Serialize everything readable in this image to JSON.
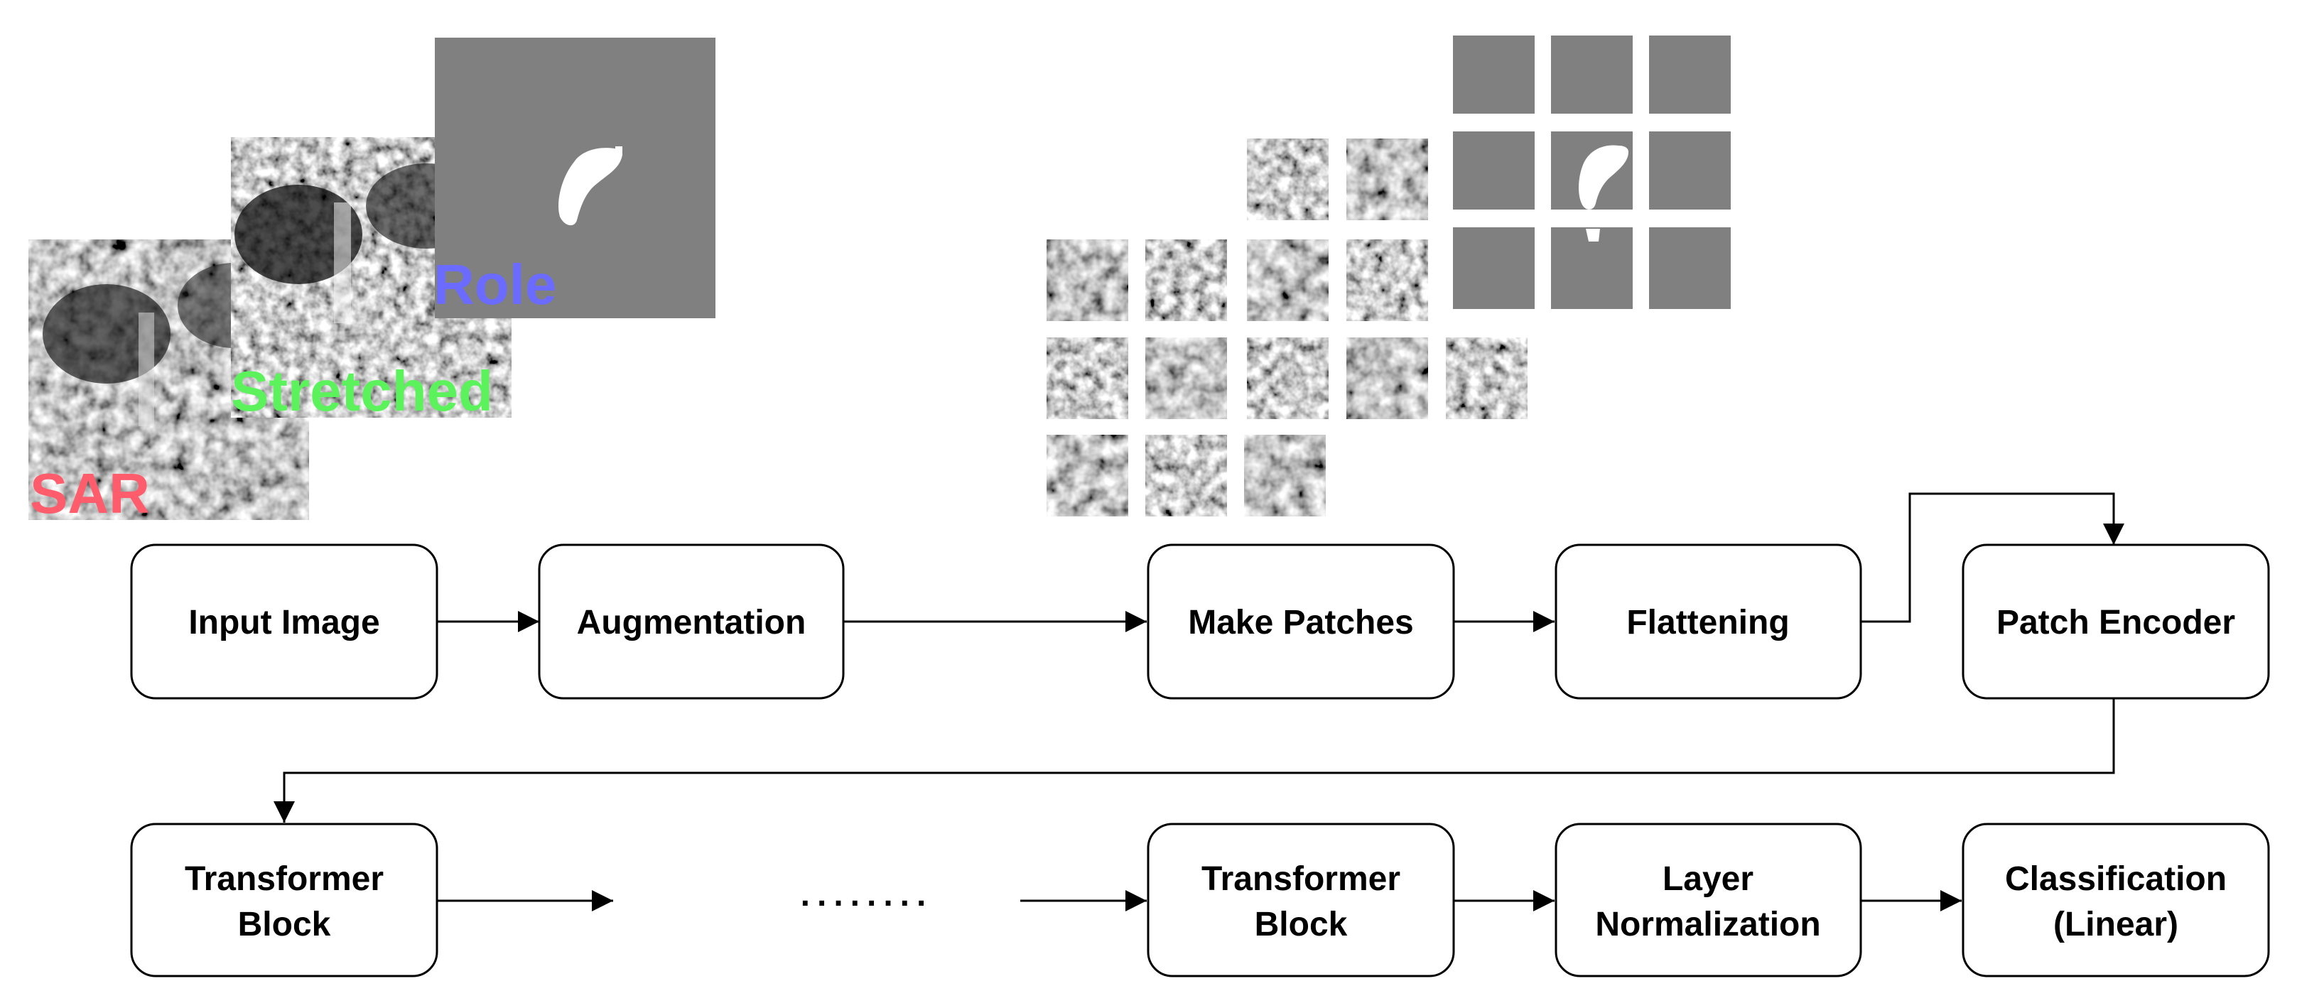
{
  "image_labels": {
    "sar": "SAR",
    "stretched": "Stretched",
    "role": "Role"
  },
  "colors": {
    "sar_label": "#ff5c6c",
    "stretched_label": "#5cf25c",
    "role_label": "#6b6bff",
    "mask_gray": "#808080",
    "mask_white": "#ffffff",
    "stroke": "#000000"
  },
  "blocks": {
    "input_image": [
      "Input Image"
    ],
    "augmentation": [
      "Augmentation"
    ],
    "make_patches": [
      "Make Patches"
    ],
    "flattening": [
      "Flattening"
    ],
    "patch_encoder": [
      "Patch Encoder"
    ],
    "transformer_block_1": [
      "Transformer",
      "Block"
    ],
    "transformer_block_n": [
      "Transformer",
      "Block"
    ],
    "layer_normalization": [
      "Layer",
      "Normalization"
    ],
    "classification": [
      "Classification",
      "(Linear)"
    ]
  },
  "ellipsis": "........"
}
